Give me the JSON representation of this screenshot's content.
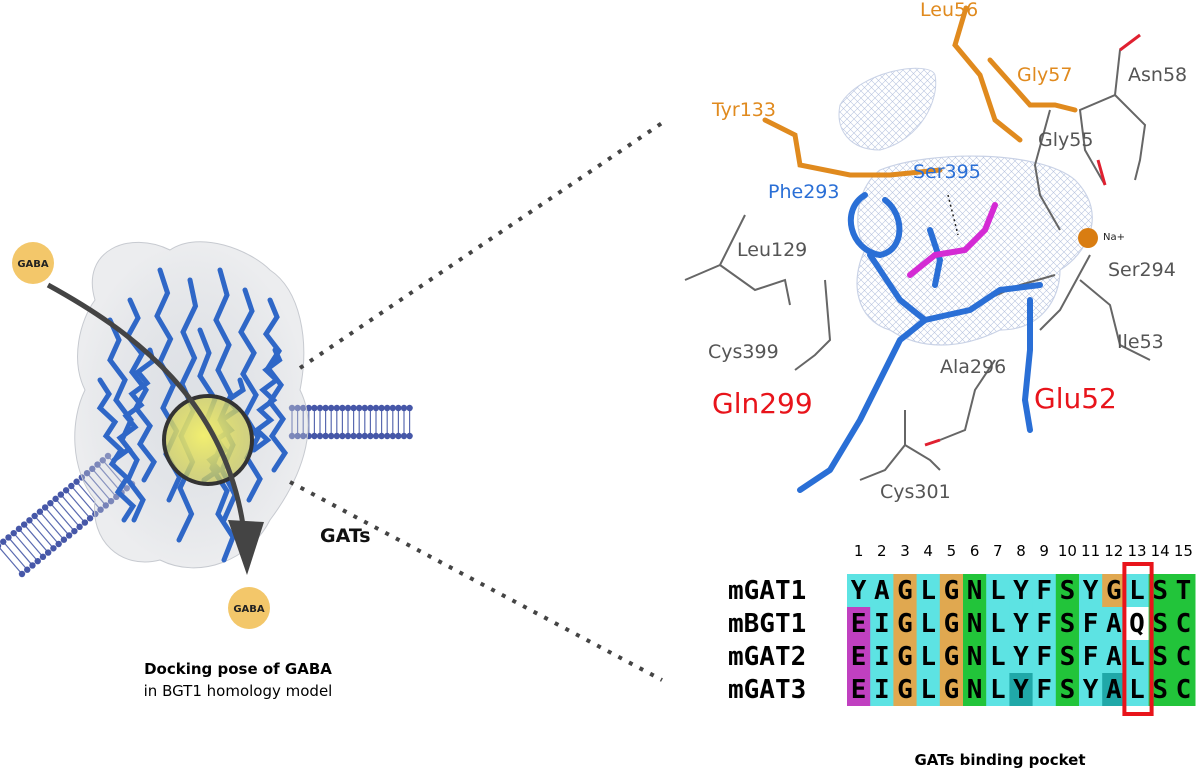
{
  "left": {
    "gaba_top": "GABA",
    "gaba_bottom": "GABA",
    "gats_label": "GATs",
    "caption_line1": "Docking pose of GABA",
    "caption_line2": "in BGT1  homology model"
  },
  "pocket": {
    "labels": {
      "leu56": "Leu56",
      "gly57": "Gly57",
      "asn58": "Asn58",
      "tyr133": "Tyr133",
      "gly55": "Gly55",
      "ser395": "Ser395",
      "phe293": "Phe293",
      "na": "Na+",
      "leu129": "Leu129",
      "ser294": "Ser294",
      "cys399": "Cys399",
      "ile53": "Ile53",
      "ala296": "Ala296",
      "gln299": "Gln299",
      "glu52": "Glu52",
      "cys301": "Cys301"
    },
    "colors": {
      "orange": "#e08a1e",
      "blue": "#2a6fd6",
      "grey": "#555555",
      "red_label": "#e8141b",
      "magenta": "#cc22cc"
    }
  },
  "alignment": {
    "positions": [
      "1",
      "2",
      "3",
      "4",
      "5",
      "6",
      "7",
      "8",
      "9",
      "10",
      "11",
      "12",
      "13",
      "14",
      "15"
    ],
    "highlight_position": "13",
    "rows": [
      {
        "name": "mGAT1",
        "seq": [
          "Y",
          "A",
          "G",
          "L",
          "G",
          "N",
          "L",
          "Y",
          "F",
          "S",
          "Y",
          "G",
          "L",
          "S",
          "T"
        ]
      },
      {
        "name": "mBGT1",
        "seq": [
          "E",
          "I",
          "G",
          "L",
          "G",
          "N",
          "L",
          "Y",
          "F",
          "S",
          "F",
          "A",
          "Q",
          "S",
          "C"
        ]
      },
      {
        "name": "mGAT2",
        "seq": [
          "E",
          "I",
          "G",
          "L",
          "G",
          "N",
          "L",
          "Y",
          "F",
          "S",
          "F",
          "A",
          "L",
          "S",
          "C"
        ]
      },
      {
        "name": "mGAT3",
        "seq": [
          "E",
          "I",
          "G",
          "L",
          "G",
          "N",
          "L",
          "Y",
          "F",
          "S",
          "Y",
          "A",
          "L",
          "S",
          "C"
        ]
      }
    ],
    "caption": "GATs binding pocket",
    "colors": {
      "cyan": "#5de3e3",
      "orange": "#e0a850",
      "green": "#22c43a",
      "teal": "#20a8a8",
      "magenta": "#c040c0",
      "white": "#ffffff",
      "box": "#e8141b"
    }
  }
}
